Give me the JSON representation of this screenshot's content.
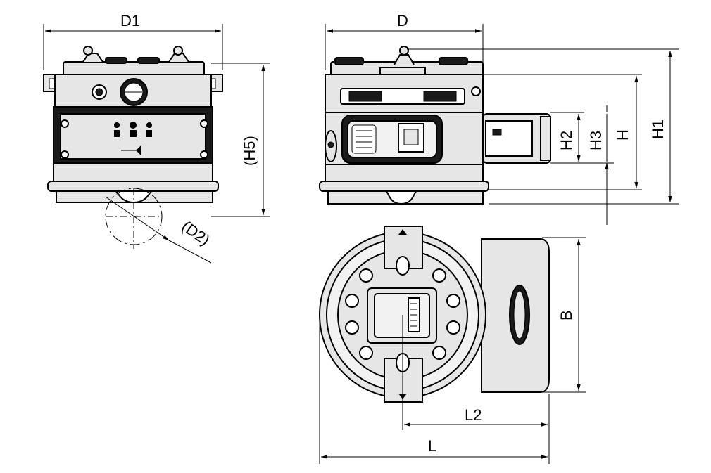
{
  "labels": {
    "d1": "D1",
    "d": "D",
    "h5": "(H5)",
    "d2": "(D2)",
    "h2": "H2",
    "h3": "H3",
    "h": "H",
    "h1": "H1",
    "b": "B",
    "l2": "L2",
    "l": "L"
  },
  "colors": {
    "body_fill": "#e6e6e6",
    "light_fill": "#f2f2f2",
    "dark_fill": "#1a1a1a",
    "line": "#000000"
  },
  "icons": {
    "pin": "locating-pin-icon",
    "bolt": "bolt-hole-icon",
    "connector": "electrical-connector-icon"
  }
}
